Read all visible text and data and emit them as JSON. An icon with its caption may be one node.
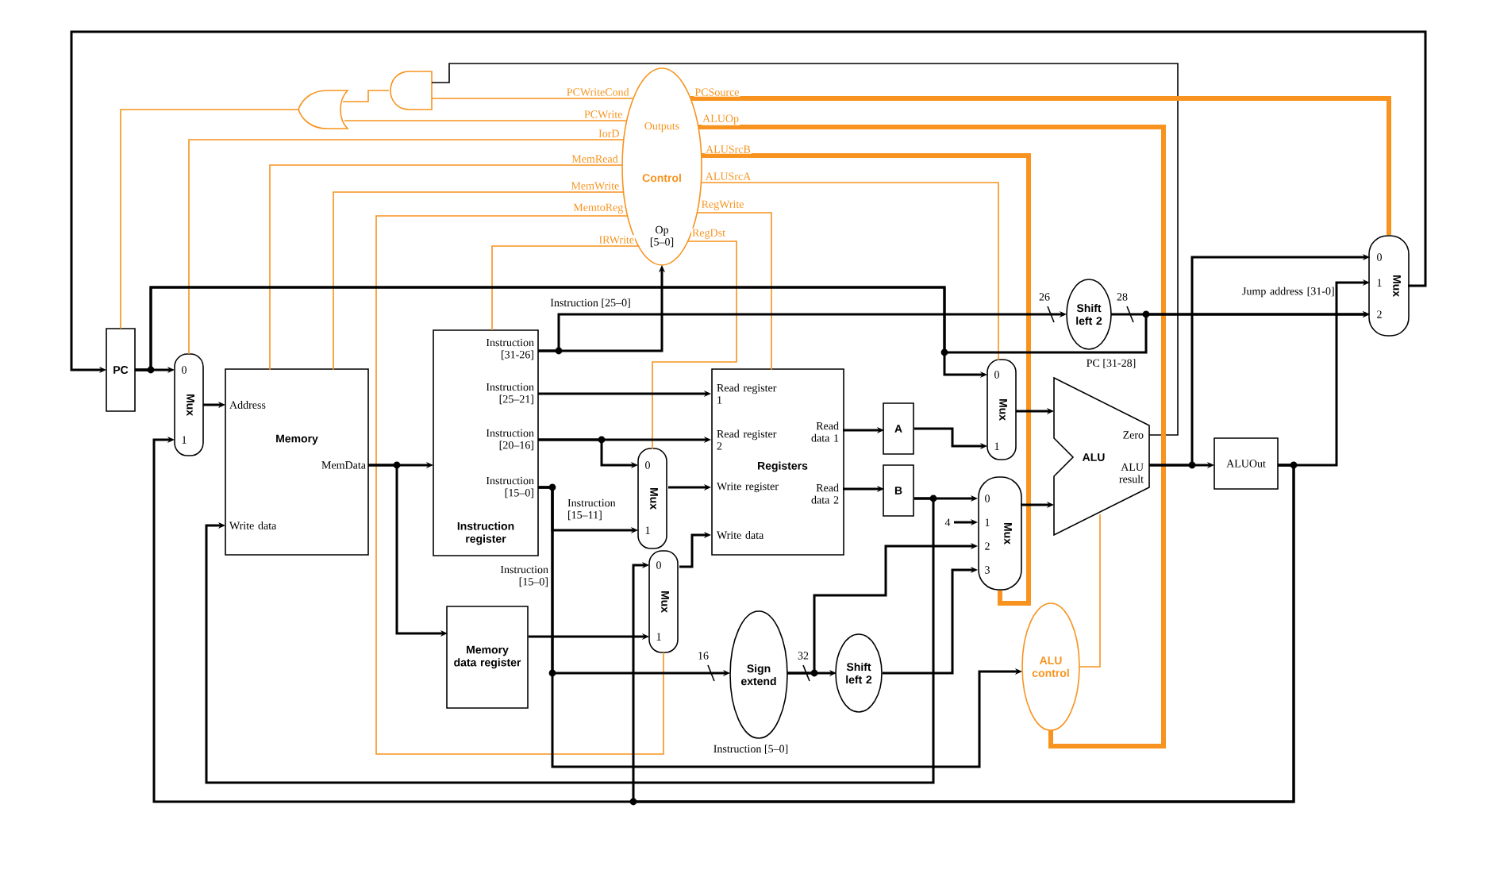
{
  "diagram": {
    "nodes": [
      {
        "text": [
          "Outputs",
          "Control",
          "Op [5–0]"
        ]
      },
      {
        "text": [],
        "shape": "gate"
      },
      {
        "text": [],
        "shape": "gate"
      },
      {
        "text": [
          "PC"
        ]
      },
      {
        "text": [
          "0",
          "Mux",
          "1"
        ]
      },
      {
        "text": [
          "Address",
          "Memory",
          "MemData",
          "Write data"
        ]
      },
      {
        "text": [
          "Instruction [31-26]",
          "Instruction [25–21]",
          "Instruction [20–16]",
          "Instruction [15–0]",
          "Instruction register"
        ]
      },
      {
        "text": [
          "Memory data register"
        ]
      },
      {
        "text": [
          "0",
          "Mux",
          "1"
        ]
      },
      {
        "text": [
          "0",
          "Mux",
          "1"
        ]
      },
      {
        "text": [
          "Read register 1",
          "Read register 2",
          "Read data 1",
          "Registers",
          "Write register",
          "Read data 2",
          "Write data"
        ]
      },
      {
        "text": [
          "A"
        ]
      },
      {
        "text": [
          "B"
        ]
      },
      {
        "text": [
          "0",
          "Mux",
          "1"
        ]
      },
      {
        "text": [
          "0",
          "1",
          "2",
          "3",
          "Mux"
        ]
      },
      {
        "text": [
          "ALU",
          "Zero",
          "ALU result"
        ]
      },
      {
        "text": [
          "ALUOut"
        ]
      },
      {
        "text": [
          "Sign extend"
        ]
      },
      {
        "text": [
          "Shift left 2"
        ]
      },
      {
        "text": [
          "ALU control"
        ]
      },
      {
        "text": [
          "Shift left 2"
        ]
      },
      {
        "text": [
          "0",
          "1",
          "2",
          "Mux"
        ]
      },
      {
        "text": [
          "4"
        ]
      }
    ],
    "edges": [
      {
        "from": 0,
        "to": 2,
        "arrow": "none",
        "label": "PCWriteCond",
        "color": "#f7931e"
      },
      {
        "from": 0,
        "to": 1,
        "arrow": "none",
        "label": "PCWrite",
        "color": "#f7931e"
      },
      {
        "from": 15,
        "to": 2,
        "arrow": "none"
      },
      {
        "from": 2,
        "to": 1,
        "arrow": "none",
        "color": "#f7931e"
      },
      {
        "from": 1,
        "to": 3,
        "arrow": "none",
        "color": "#f7931e"
      },
      {
        "from": 0,
        "to": 4,
        "arrow": "none",
        "label": "IorD",
        "color": "#f7931e"
      },
      {
        "from": 0,
        "to": 5,
        "arrow": "none",
        "label": "MemRead",
        "color": "#f7931e"
      },
      {
        "from": 0,
        "to": 5,
        "arrow": "none",
        "label": "MemWrite",
        "color": "#f7931e"
      },
      {
        "from": 0,
        "to": 9,
        "arrow": "none",
        "label": "MemtoReg",
        "color": "#f7931e"
      },
      {
        "from": 0,
        "to": 6,
        "arrow": "none",
        "label": "IRWrite",
        "color": "#f7931e"
      },
      {
        "from": 0,
        "to": 21,
        "arrow": "none",
        "label": "PCSource",
        "style": "thick",
        "color": "#f7931e"
      },
      {
        "from": 0,
        "to": 19,
        "arrow": "none",
        "label": "ALUOp",
        "style": "thick",
        "color": "#f7931e"
      },
      {
        "from": 0,
        "to": 14,
        "arrow": "none",
        "label": "ALUSrcB",
        "style": "thick",
        "color": "#f7931e"
      },
      {
        "from": 0,
        "to": 13,
        "arrow": "none",
        "label": "ALUSrcA",
        "color": "#f7931e"
      },
      {
        "from": 0,
        "to": 10,
        "arrow": "none",
        "label": "RegWrite",
        "color": "#f7931e"
      },
      {
        "from": 0,
        "to": 8,
        "arrow": "none",
        "label": "RegDst",
        "color": "#f7931e"
      },
      {
        "from": 19,
        "to": 15,
        "arrow": "none",
        "color": "#f7931e"
      },
      {
        "from": 3,
        "to": 4,
        "arrow": "to"
      },
      {
        "from": 4,
        "to": 5,
        "arrow": "to"
      },
      {
        "from": 5,
        "to": 6,
        "arrow": "to"
      },
      {
        "from": 5,
        "to": 7,
        "arrow": "to"
      },
      {
        "from": 6,
        "to": 0,
        "arrow": "to"
      },
      {
        "from": 6,
        "to": 10,
        "arrow": "to"
      },
      {
        "from": 6,
        "to": 10,
        "arrow": "to"
      },
      {
        "from": 6,
        "to": 8,
        "arrow": "to"
      },
      {
        "from": 6,
        "to": 8,
        "arrow": "to"
      },
      {
        "from": 6,
        "to": 17,
        "arrow": "to"
      },
      {
        "from": 6,
        "to": 19,
        "arrow": "to"
      },
      {
        "from": 6,
        "to": 20,
        "arrow": "to"
      },
      {
        "from": 8,
        "to": 10,
        "arrow": "to"
      },
      {
        "from": 9,
        "to": 10,
        "arrow": "to"
      },
      {
        "from": 7,
        "to": 9,
        "arrow": "to"
      },
      {
        "from": 16,
        "to": 9,
        "arrow": "to"
      },
      {
        "from": 16,
        "to": 4,
        "arrow": "to"
      },
      {
        "from": 16,
        "to": 21,
        "arrow": "to"
      },
      {
        "from": 15,
        "to": 16,
        "arrow": "to"
      },
      {
        "from": 15,
        "to": 21,
        "arrow": "to"
      },
      {
        "from": 20,
        "to": 21,
        "arrow": "to"
      },
      {
        "from": 3,
        "to": 21,
        "arrow": "to"
      },
      {
        "from": 3,
        "to": 13,
        "arrow": "to"
      },
      {
        "from": 21,
        "to": 3,
        "arrow": "to"
      },
      {
        "from": 10,
        "to": 11,
        "arrow": "to"
      },
      {
        "from": 10,
        "to": 12,
        "arrow": "to"
      },
      {
        "from": 11,
        "to": 13,
        "arrow": "to"
      },
      {
        "from": 12,
        "to": 14,
        "arrow": "to"
      },
      {
        "from": 12,
        "to": 5,
        "arrow": "to"
      },
      {
        "from": 22,
        "to": 14,
        "arrow": "to"
      },
      {
        "from": 17,
        "to": 18,
        "arrow": "to"
      },
      {
        "from": 17,
        "to": 14,
        "arrow": "to"
      },
      {
        "from": 18,
        "to": 14,
        "arrow": "to"
      },
      {
        "from": 13,
        "to": 15,
        "arrow": "to"
      },
      {
        "from": 14,
        "to": 15,
        "arrow": "to"
      }
    ],
    "labels": [
      "Instruction [25–0]",
      "Instruction [15–11]",
      "Instruction [15–0]",
      "Instruction [5–0]",
      "16",
      "32",
      "26",
      "28",
      "PC [31-28]",
      "Jump address [31-0]"
    ]
  }
}
